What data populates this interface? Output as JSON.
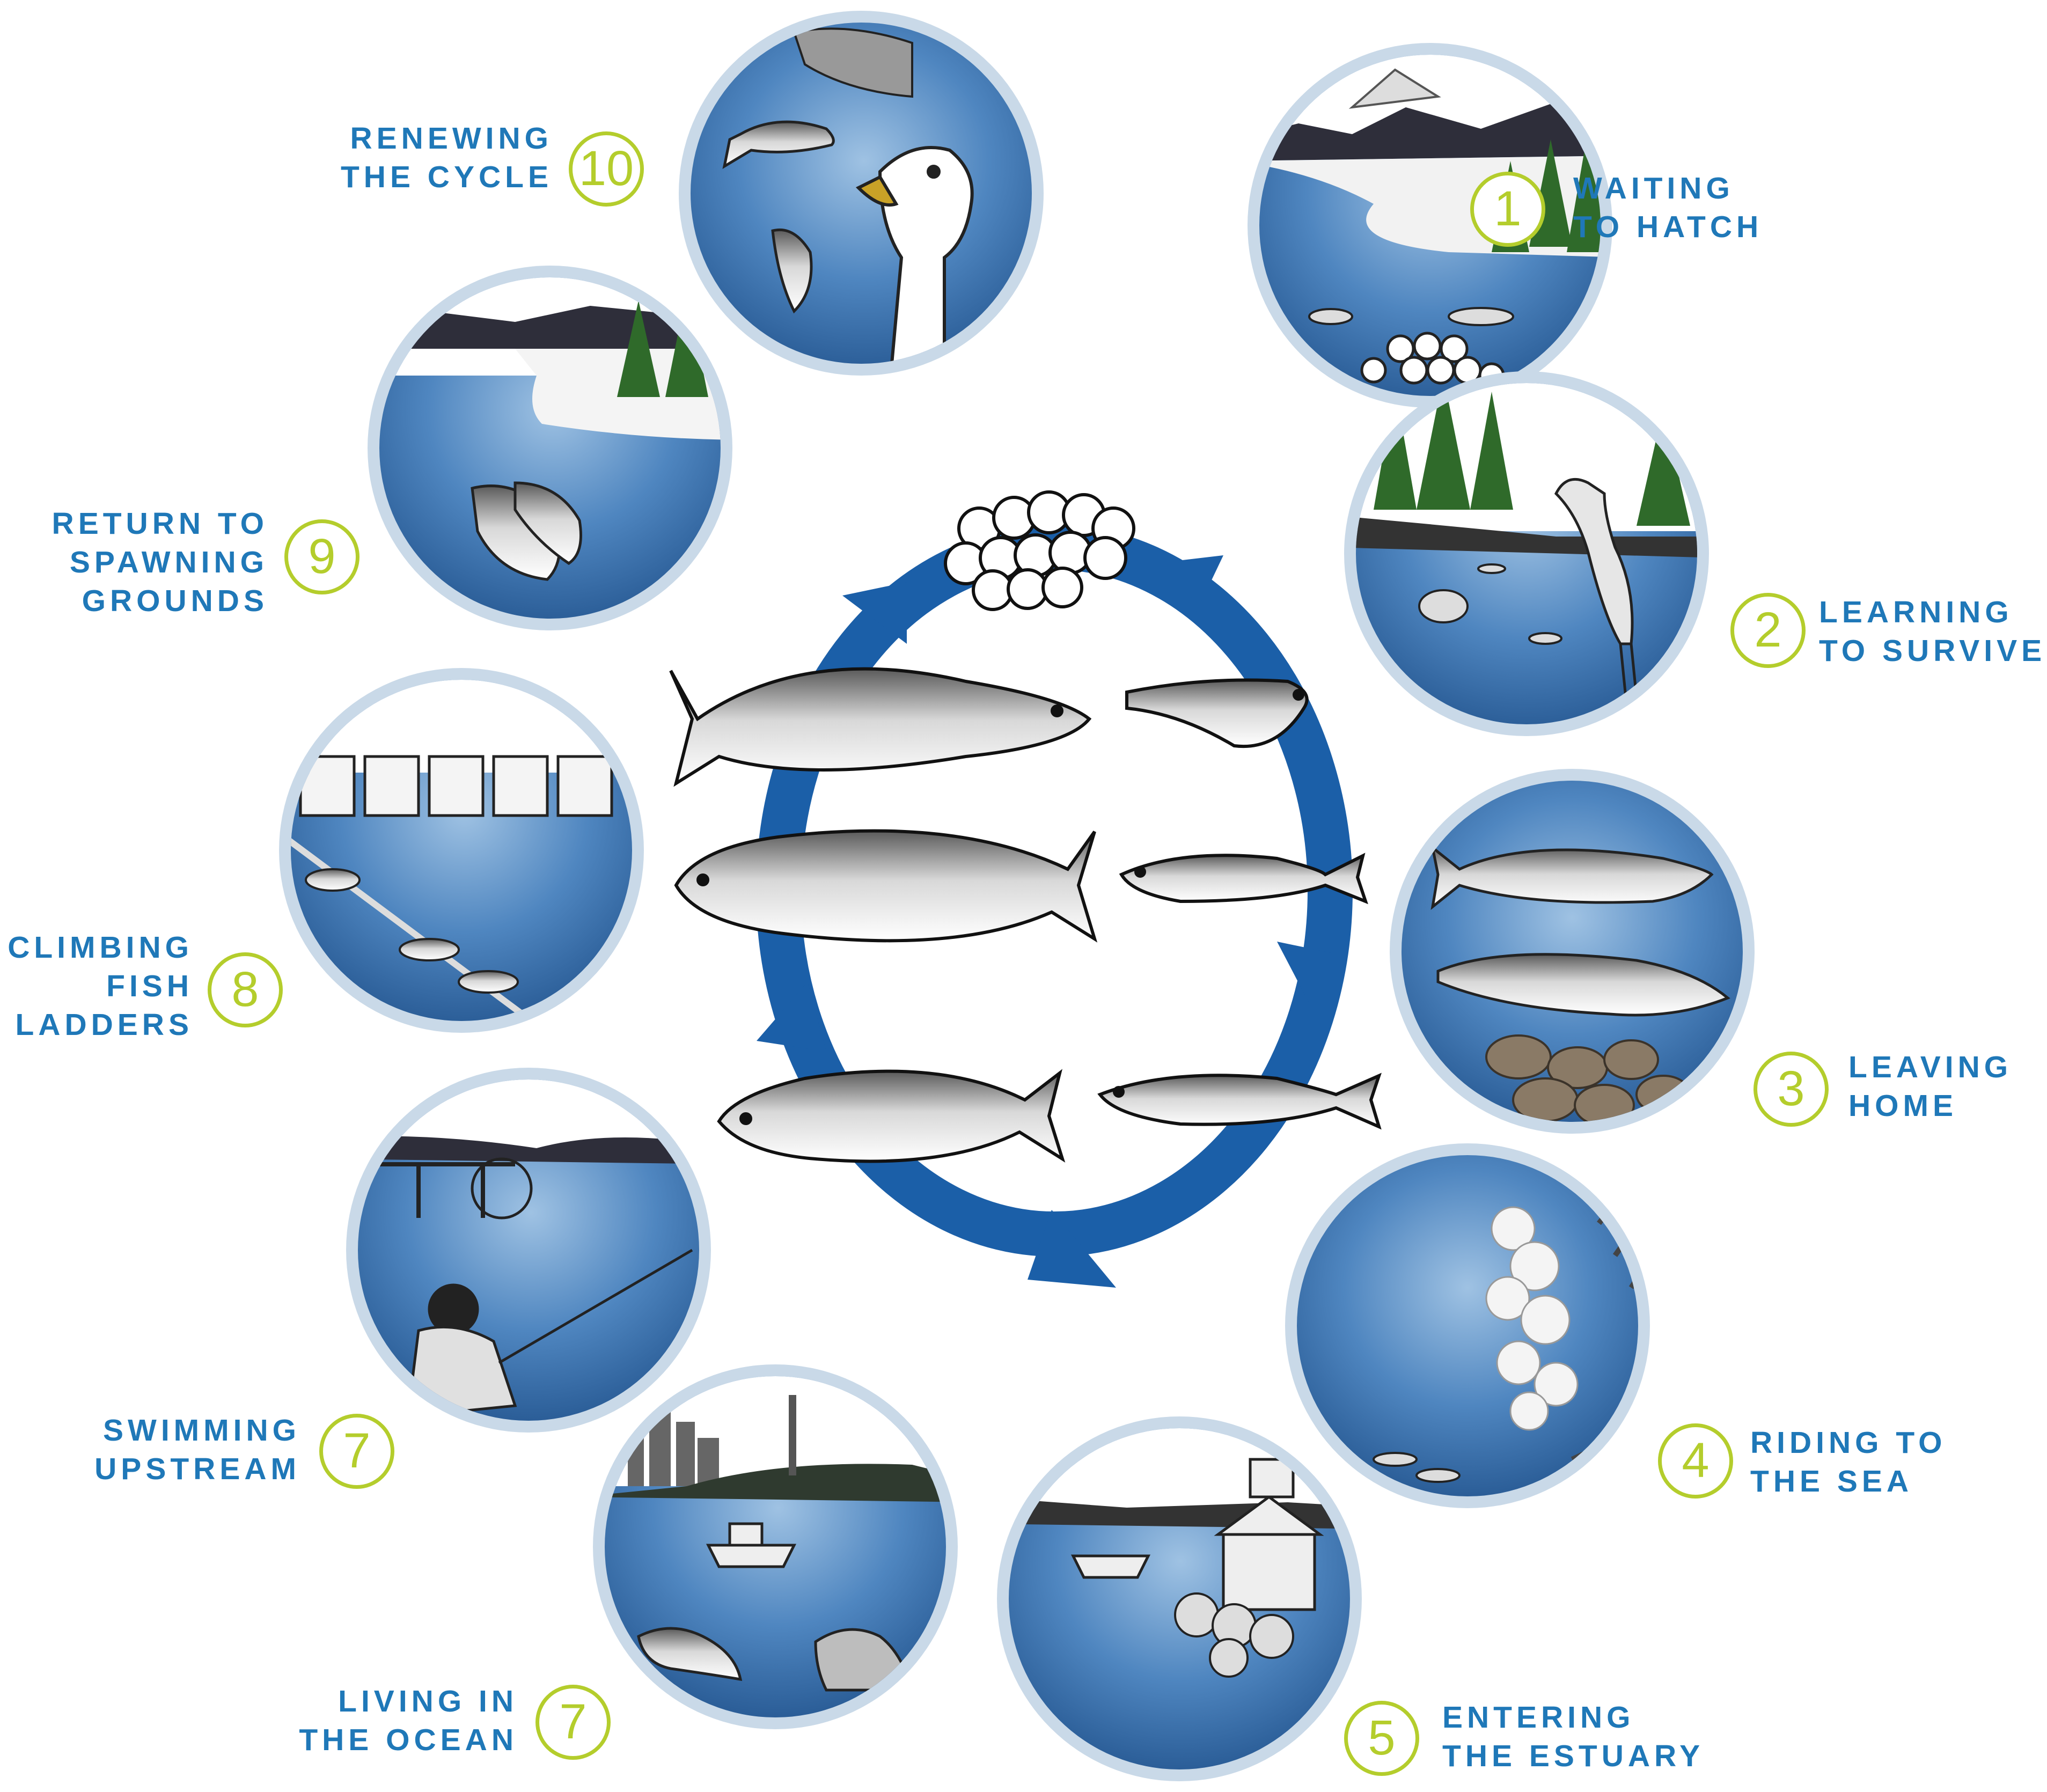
{
  "stages": [
    {
      "number": "1",
      "line1": "WAITING",
      "line2": "TO HATCH",
      "line3": ""
    },
    {
      "number": "2",
      "line1": "LEARNING",
      "line2": "TO SURVIVE",
      "line3": ""
    },
    {
      "number": "3",
      "line1": "LEAVING",
      "line2": "HOME",
      "line3": ""
    },
    {
      "number": "4",
      "line1": "RIDING TO",
      "line2": "THE SEA",
      "line3": ""
    },
    {
      "number": "5",
      "line1": "ENTERING",
      "line2": "THE ESTUARY",
      "line3": ""
    },
    {
      "number": "7",
      "line1": "LIVING IN",
      "line2": "THE OCEAN",
      "line3": ""
    },
    {
      "number": "7",
      "line1": "SWIMMING",
      "line2": "UPSTREAM",
      "line3": ""
    },
    {
      "number": "8",
      "line1": "CLIMBING",
      "line2": "FISH",
      "line3": "LADDERS"
    },
    {
      "number": "9",
      "line1": "RETURN TO",
      "line2": "SPAWNING",
      "line3": "GROUNDS"
    },
    {
      "number": "10",
      "line1": "RENEWING",
      "line2": "THE CYCLE",
      "line3": ""
    }
  ],
  "colors": {
    "label_blue": "#1f78b8",
    "number_green": "#b4cd2c",
    "cycle_blue": "#1b5fa8",
    "ring_frame": "#c9d9e8",
    "water_dark": "#1b4f8f",
    "water_light": "#5d93c9"
  },
  "icons": [
    "egg-cluster-icon",
    "alevin-icon",
    "fry-icon",
    "smolt-icon",
    "adult-salmon-icon",
    "eagle-icon",
    "heron-icon",
    "fish-ladder-icon",
    "fishing-boat-icon",
    "seal-icon",
    "angler-icon",
    "dam-icon",
    "estuary-plant-icon"
  ]
}
